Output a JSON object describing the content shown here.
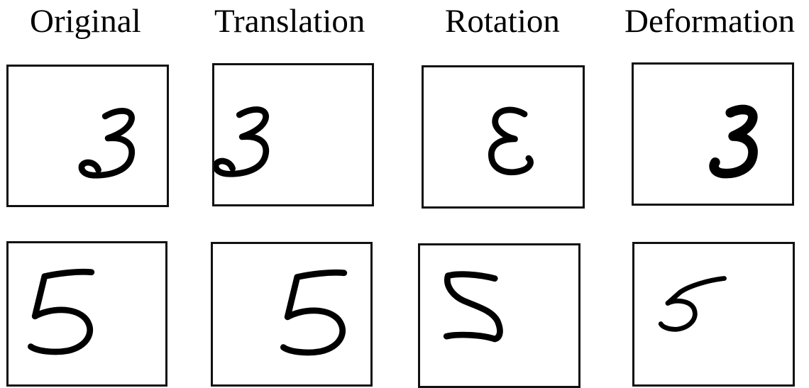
{
  "columns": [
    {
      "title": "Original"
    },
    {
      "title": "Translation"
    },
    {
      "title": "Rotation"
    },
    {
      "title": "Deformation"
    }
  ],
  "rows": [
    {
      "digit": "3"
    },
    {
      "digit": "5"
    }
  ]
}
